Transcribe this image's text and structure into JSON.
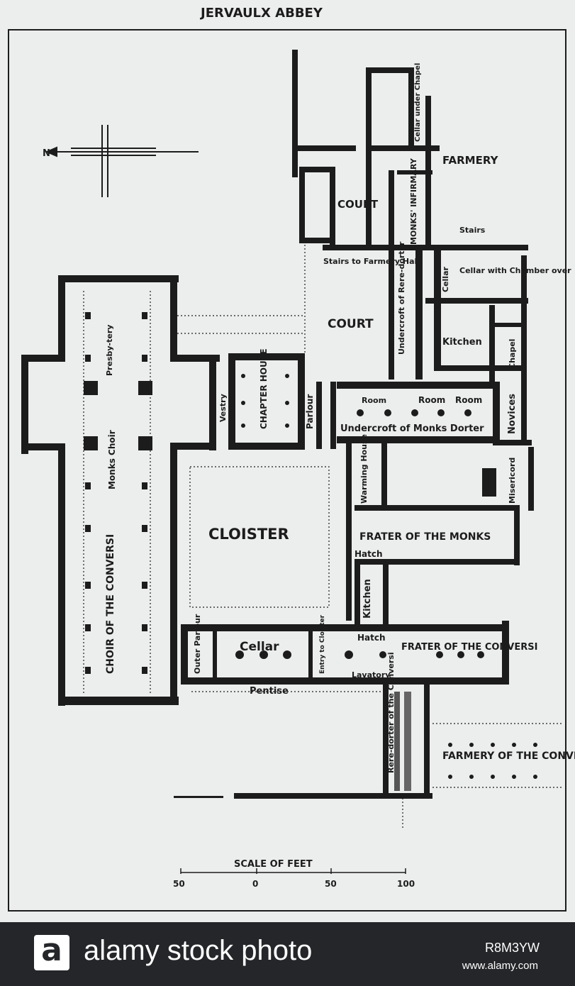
{
  "title": "JERVAULX ABBEY",
  "compass_mark": "N",
  "rooms": {
    "farmery": "FARMERY",
    "cellar_under_chapel": "Cellar under Chapel",
    "court_north": "COURT",
    "monks_infirmary": "MONKS' INFIRMARY",
    "stairs": "Stairs",
    "stairs_to_farmery_hall": "Stairs to Farmery Hall",
    "undercroft_rere_dorter": "Undercroft of Rere-dorter",
    "cellar_small": "Cellar",
    "cellar_with_chamber": "Cellar with Chamber over",
    "court_south": "COURT",
    "kitchen_east": "Kitchen",
    "chapel": "Chapel",
    "presbytery": "Presby-tery",
    "chapter_house": "CHAPTER HOUSE",
    "vestry": "Vestry",
    "parlour": "Parlour",
    "room1": "Room",
    "room2": "Room",
    "room3": "Room",
    "undercroft_monks_dorter": "Undercroft of Monks Dorter",
    "novices": "Novices",
    "monks_choir": "Monks Choir",
    "warming_house": "Warming House",
    "misericord": "Misericord",
    "cloister": "CLOISTER",
    "frater_monks": "FRATER OF THE MONKS",
    "hatch1": "Hatch",
    "kitchen_west": "Kitchen",
    "choir_conversi": "CHOIR OF THE CONVERSI",
    "outer_parlour": "Outer Parlour",
    "cellar_main": "Cellar",
    "entry_cloister": "Entry to Cloister",
    "hatch2": "Hatch",
    "frater_conversi": "FRATER OF THE CONVERSI",
    "lavatory": "Lavatory",
    "pentise": "Pentise",
    "rere_dorter_conversi": "Rere-dorter of the Conversi",
    "farmery_conversi": "FARMERY OF THE CONVERSI"
  },
  "scale": {
    "caption": "SCALE OF FEET",
    "ticks": [
      "50",
      "0",
      "50",
      "100"
    ]
  },
  "watermark": {
    "brand": "alamy stock photo",
    "image_id": "R8M3YW",
    "site": "www.alamy.com",
    "logo_letter": "a"
  },
  "colors": {
    "paper": "#eceeed",
    "ink": "#1c1c1c",
    "footer": "#242629"
  }
}
